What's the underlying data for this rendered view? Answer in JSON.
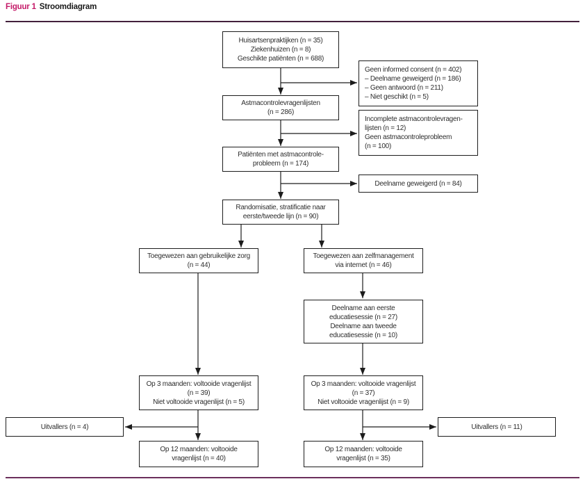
{
  "figure": {
    "label": "Figuur 1",
    "title": "Stroomdiagram"
  },
  "colors": {
    "figure_label_accent": "#c41a68",
    "rule_top": "#42203c",
    "rule_bottom": "#6b2f5b",
    "box_border": "#1c1c1c",
    "text": "#2e2e2e",
    "background": "#ffffff"
  },
  "diagram": {
    "type": "flowchart",
    "nodes": {
      "recruitment": {
        "text": "Huisartsenpraktijken (n = 35)\nZiekenhuizen (n = 8)\nGeschikte patiënten (n = 688)"
      },
      "no_informed_consent": {
        "text": "Geen informed consent (n = 402)\n– Deelname geweigerd (n = 186)\n– Geen antwoord (n = 211)\n– Niet geschikt (n = 5)"
      },
      "questionnaires": {
        "text": "Astmacontrolevragenlijsten\n(n = 286)"
      },
      "incomplete": {
        "text": "Incomplete astmacontrolevragen-\nlijsten (n = 12)\nGeen astmacontroleprobleem\n(n = 100)"
      },
      "control_problem": {
        "text": "Patiënten met astmacontrole-\nprobleem (n = 174)"
      },
      "participation_refused": {
        "text": "Deelname geweigerd (n = 84)"
      },
      "randomisation": {
        "text": "Randomisatie, stratificatie naar\neerste/tweede lijn (n = 90)"
      },
      "usual_care": {
        "text": "Toegewezen aan gebruikelijke zorg\n(n = 44)"
      },
      "self_management": {
        "text": "Toegewezen aan zelfmanagement\nvia internet (n = 46)"
      },
      "education": {
        "text": "Deelname aan eerste\neducatiesessie (n = 27)\nDeelname aan tweede\neducatiesessie (n = 10)"
      },
      "month3_usual": {
        "text": "Op 3 maanden: voltooide vragenlijst\n(n = 39)\nNiet voltooide vragenlijst (n = 5)"
      },
      "month3_self": {
        "text": "Op 3 maanden: voltooide vragenlijst\n(n = 37)\nNiet voltooide vragenlijst (n = 9)"
      },
      "dropouts_usual": {
        "text": "Uitvallers (n = 4)"
      },
      "dropouts_self": {
        "text": "Uitvallers (n = 11)"
      },
      "month12_usual": {
        "text": "Op 12 maanden: voltooide\nvragenlijst (n = 40)"
      },
      "month12_self": {
        "text": "Op 12 maanden: voltooide\nvragenlijst (n = 35)"
      }
    },
    "edges": [
      {
        "from": "recruitment",
        "to": "no_informed_consent"
      },
      {
        "from": "recruitment",
        "to": "questionnaires"
      },
      {
        "from": "questionnaires",
        "to": "incomplete"
      },
      {
        "from": "questionnaires",
        "to": "control_problem"
      },
      {
        "from": "control_problem",
        "to": "participation_refused"
      },
      {
        "from": "control_problem",
        "to": "randomisation"
      },
      {
        "from": "randomisation",
        "to": "usual_care"
      },
      {
        "from": "randomisation",
        "to": "self_management"
      },
      {
        "from": "usual_care",
        "to": "month3_usual"
      },
      {
        "from": "self_management",
        "to": "education"
      },
      {
        "from": "education",
        "to": "month3_self"
      },
      {
        "from": "month3_usual",
        "to": "dropouts_usual"
      },
      {
        "from": "month3_usual",
        "to": "month12_usual"
      },
      {
        "from": "month3_self",
        "to": "dropouts_self"
      },
      {
        "from": "month3_self",
        "to": "month12_self"
      }
    ]
  }
}
